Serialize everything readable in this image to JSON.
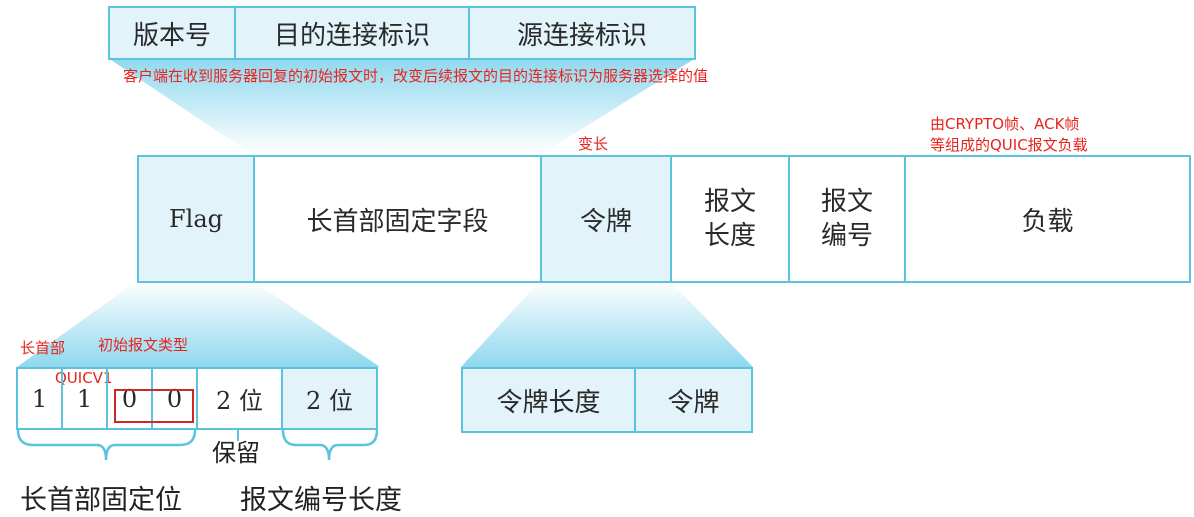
{
  "top_fields": {
    "version": "版本号",
    "dest_conn_id": "目的连接标识",
    "src_conn_id": "源连接标识"
  },
  "notes": {
    "dest_conn_id": "客户端在收到服务器回复的初始报文时，改变后续报文的目的连接标识为服务器选择的值",
    "variable_length": "变长",
    "payload_line1": "由CRYPTO帧、ACK帧",
    "payload_line2": "等组成的QUIC报文负载",
    "long_header": "长首部",
    "initial_packet_type": "初始报文类型",
    "quic_v1": "QUICV1"
  },
  "main_fields": {
    "flag": "Flag",
    "long_header_fixed": "长首部固定字段",
    "token": "令牌",
    "packet_length_l1": "报文",
    "packet_length_l2": "长度",
    "packet_number_l1": "报文",
    "packet_number_l2": "编号",
    "payload": "负载"
  },
  "flag_bits": {
    "bits": [
      "1",
      "1",
      "0",
      "0"
    ],
    "reserved": "2 位",
    "pn_length": "2 位",
    "reserved_label": "保留",
    "fixed_label": "长首部固定位",
    "pn_length_label": "报文编号长度"
  },
  "token_fields": {
    "token_length": "令牌长度",
    "token": "令牌"
  },
  "colors": {
    "border": "#5cc3df",
    "highlight": "#e2f4fa",
    "annotation": "#e8231e"
  }
}
